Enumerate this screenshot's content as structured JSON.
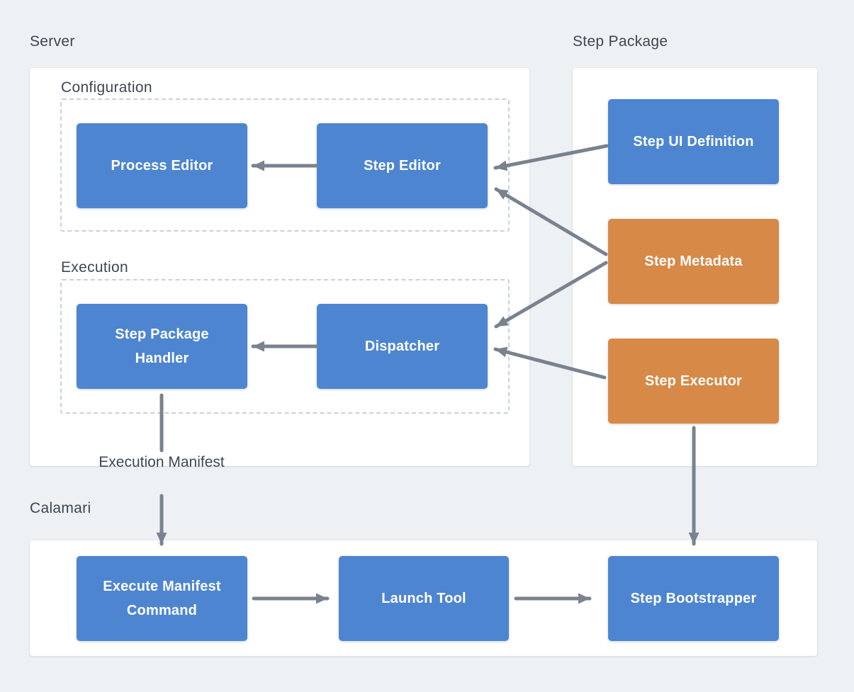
{
  "page": {
    "background": "#edf1f4"
  },
  "palette": {
    "node_blue": "#4d85d1",
    "node_orange": "#d78947",
    "arrow_gray": "#79828e",
    "panel_white": "#ffffff",
    "dashed_border": "#c9d1da",
    "label_text": "#3c4753",
    "node_text": "#ffffff"
  },
  "sections": {
    "server": {
      "label": "Server"
    },
    "step_package": {
      "label": "Step Package"
    },
    "calamari": {
      "label": "Calamari"
    }
  },
  "groups": {
    "configuration": {
      "label": "Configuration"
    },
    "execution": {
      "label": "Execution"
    }
  },
  "nodes": {
    "process_editor": {
      "label": "Process Editor",
      "color": "blue"
    },
    "step_editor": {
      "label": "Step Editor",
      "color": "blue"
    },
    "step_package_handler": {
      "label": "Step Package Handler",
      "color": "blue"
    },
    "dispatcher": {
      "label": "Dispatcher",
      "color": "blue"
    },
    "step_ui_definition": {
      "label": "Step UI Definition",
      "color": "blue"
    },
    "step_metadata": {
      "label": "Step Metadata",
      "color": "orange"
    },
    "step_executor": {
      "label": "Step Executor",
      "color": "orange"
    },
    "execute_manifest_command": {
      "label": "Execute Manifest Command",
      "color": "blue"
    },
    "launch_tool": {
      "label": "Launch Tool",
      "color": "blue"
    },
    "step_bootstrapper": {
      "label": "Step Bootstrapper",
      "color": "blue"
    }
  },
  "annotations": {
    "execution_manifest": {
      "label": "Execution Manifest"
    }
  },
  "edges": [
    {
      "from": "step_editor",
      "to": "process_editor"
    },
    {
      "from": "dispatcher",
      "to": "step_package_handler"
    },
    {
      "from": "step_ui_definition",
      "to": "step_editor"
    },
    {
      "from": "step_metadata",
      "to": "step_editor"
    },
    {
      "from": "step_metadata",
      "to": "dispatcher"
    },
    {
      "from": "step_executor",
      "to": "dispatcher"
    },
    {
      "from": "step_package_handler",
      "to": "execute_manifest_command",
      "via": "execution_manifest"
    },
    {
      "from": "step_executor",
      "to": "step_bootstrapper"
    },
    {
      "from": "execute_manifest_command",
      "to": "launch_tool"
    },
    {
      "from": "launch_tool",
      "to": "step_bootstrapper"
    }
  ]
}
